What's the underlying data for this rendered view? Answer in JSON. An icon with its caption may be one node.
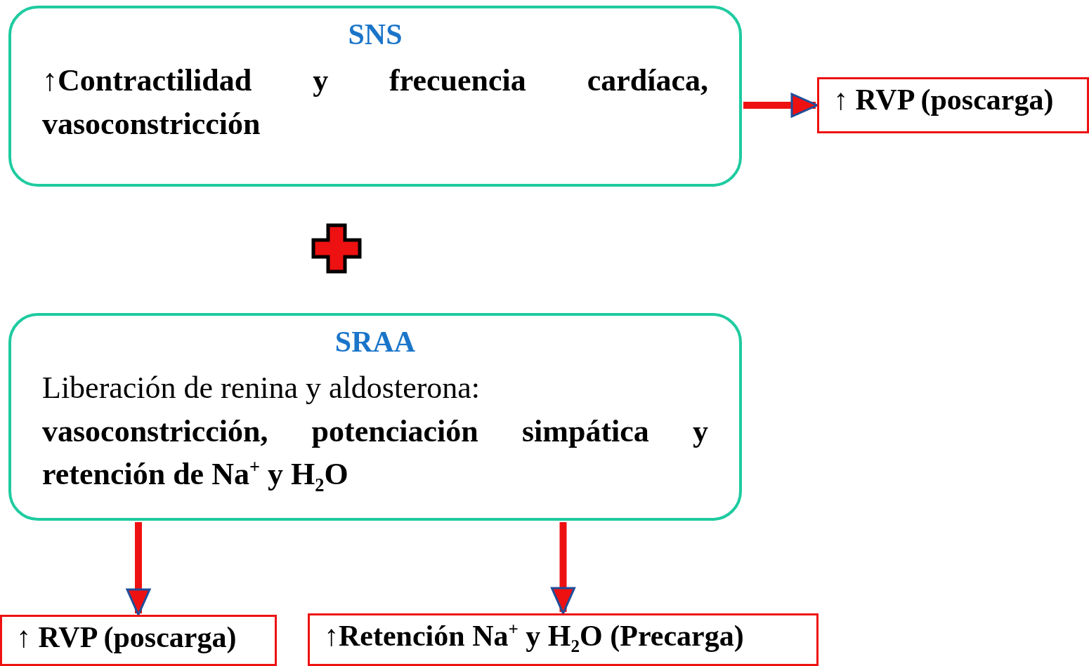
{
  "diagram": {
    "nodes": [
      {
        "text": [
          "SNS",
          "↑Contractilidad y frecuencia cardíaca, vasoconstricción"
        ]
      },
      {
        "text": [
          "↑ RVP (poscarga)"
        ]
      },
      {
        "text": [],
        "shape": "cross"
      },
      {
        "text": [
          "SRAA",
          "Liberación de renina y aldosterona:",
          "vasoconstricción, potenciación simpática y retención de Na$^{+}$ y H$_{2}$O"
        ]
      },
      {
        "text": [
          "↑ RVP (poscarga)"
        ]
      },
      {
        "text": [
          "↑Retención Na$^{+}$ y H$_{2}$O (Precarga)"
        ]
      }
    ],
    "edges": [
      {
        "from": 0,
        "to": 1,
        "arrow": "to"
      },
      {
        "from": 3,
        "to": 4,
        "arrow": "to"
      },
      {
        "from": 3,
        "to": 5,
        "arrow": "to"
      }
    ]
  }
}
